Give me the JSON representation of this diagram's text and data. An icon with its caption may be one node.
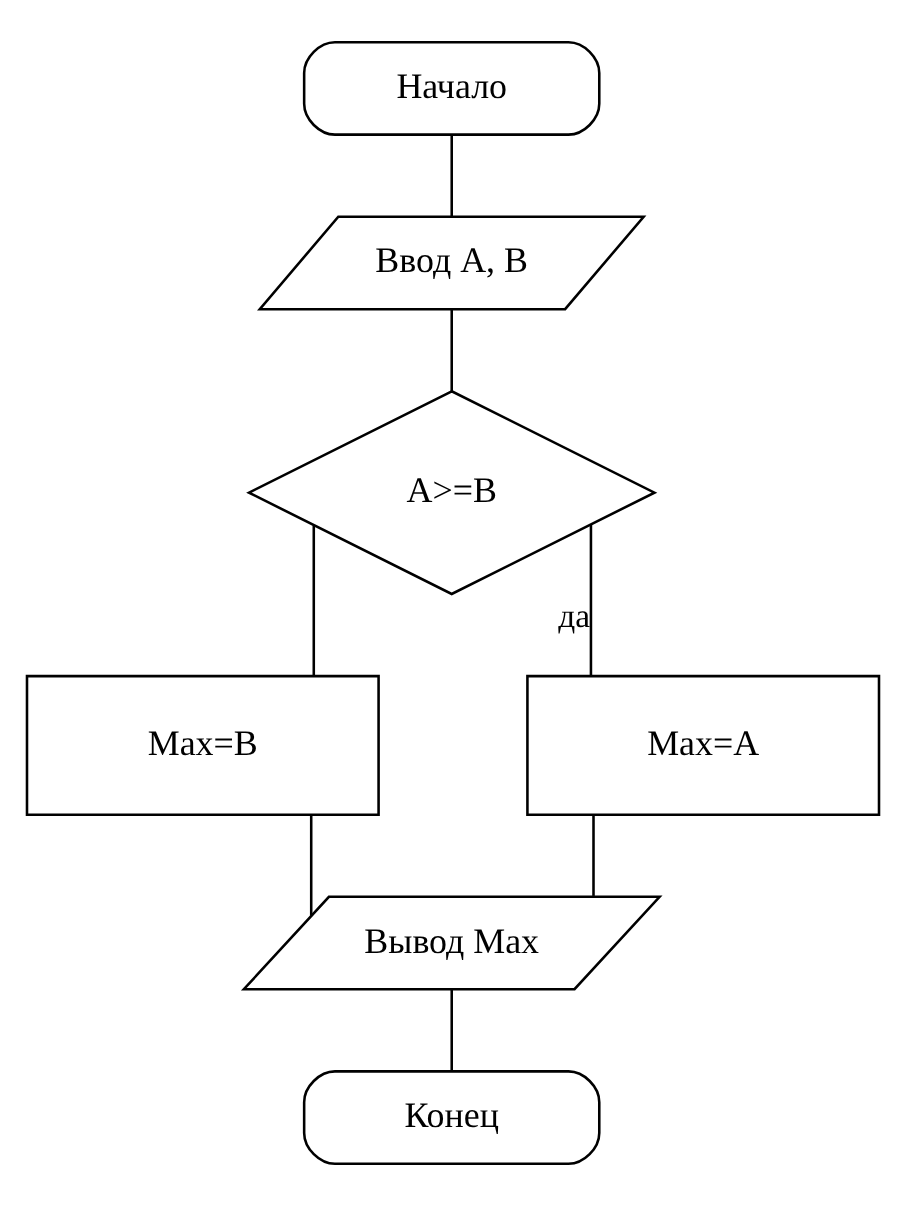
{
  "diagram": {
    "nodes": [
      {
        "text": [
          "Начало"
        ]
      },
      {
        "text": [
          "Ввод A, B"
        ]
      },
      {
        "text": [
          "A>=B"
        ]
      },
      {
        "text": [
          "Max=B"
        ]
      },
      {
        "text": [
          "Max=A"
        ]
      },
      {
        "text": [
          "Вывод Max"
        ]
      },
      {
        "text": [
          "Конец"
        ]
      }
    ],
    "edges": [
      {
        "from": 0,
        "to": 1,
        "arrow": "none"
      },
      {
        "from": 1,
        "to": 2,
        "arrow": "none"
      },
      {
        "from": 2,
        "to": 3,
        "arrow": "none"
      },
      {
        "from": 2,
        "to": 4,
        "label": "да",
        "arrow": "none"
      },
      {
        "from": 3,
        "to": 5,
        "arrow": "none"
      },
      {
        "from": 4,
        "to": 5,
        "arrow": "none"
      },
      {
        "from": 5,
        "to": 6,
        "arrow": "none"
      }
    ]
  }
}
